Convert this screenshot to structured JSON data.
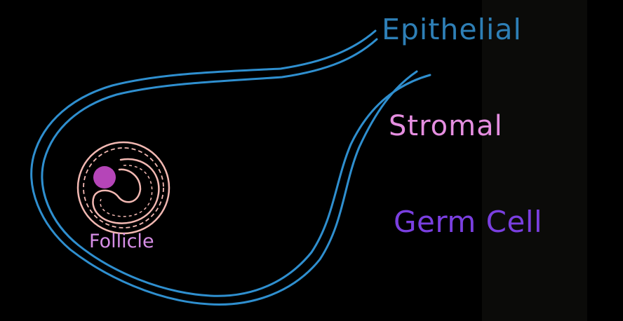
{
  "diagram": {
    "labels": {
      "epithelial": "Epithelial",
      "stromal": "Stromal",
      "germ_cell": "Germ Cell",
      "follicle": "Follicle"
    },
    "colors": {
      "background": "#000000",
      "epithelial": "#2e7fb6",
      "outline": "#2f8fcf",
      "stromal": "#e58ee0",
      "germ_cell": "#7a3fe0",
      "follicle_outline": "#f2b8b2",
      "follicle_label": "#d68ee6",
      "oocyte": "#b545b8"
    },
    "icons": {
      "oocyte": "filled-circle"
    }
  }
}
